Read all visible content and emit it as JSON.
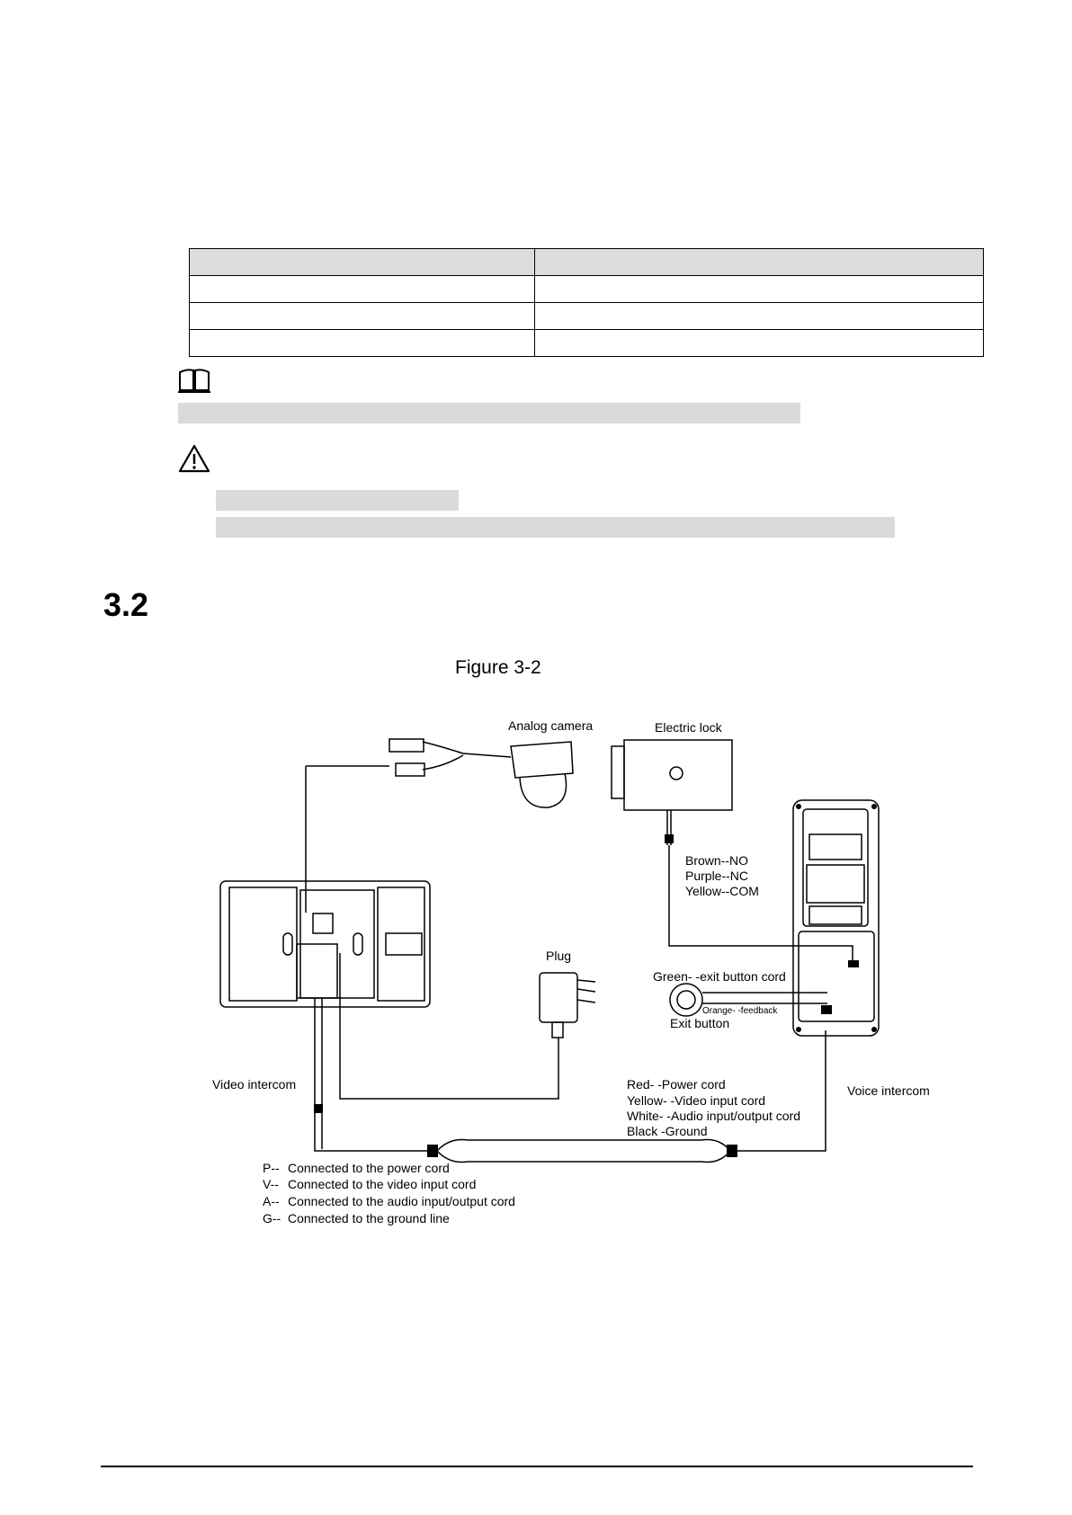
{
  "section": {
    "number": "3.2"
  },
  "figure": {
    "caption": "Figure 3-2",
    "labels": {
      "analog_camera": "Analog camera",
      "electric_lock": "Electric lock",
      "lock_brown": "Brown--NO",
      "lock_purple": "Purple--NC",
      "lock_yellow": "Yellow--COM",
      "plug": "Plug",
      "green_exit": "Green- -exit button cord",
      "orange_feedback": "Orange- -feedback",
      "exit_button": "Exit button",
      "video_intercom": "Video intercom",
      "voice_intercom": "Voice intercom",
      "red_power": "Red- -Power cord",
      "yellow_video": "Yellow- -Video input cord",
      "white_audio": "White- -Audio input/output cord",
      "black_ground": "Black -Ground"
    },
    "legend": [
      {
        "key": "P--",
        "text": "Connected to the power cord"
      },
      {
        "key": "V--",
        "text": "Connected to the video input cord"
      },
      {
        "key": "A--",
        "text": "Connected to the audio input/output cord"
      },
      {
        "key": "G--",
        "text": "Connected to the ground line"
      }
    ]
  }
}
